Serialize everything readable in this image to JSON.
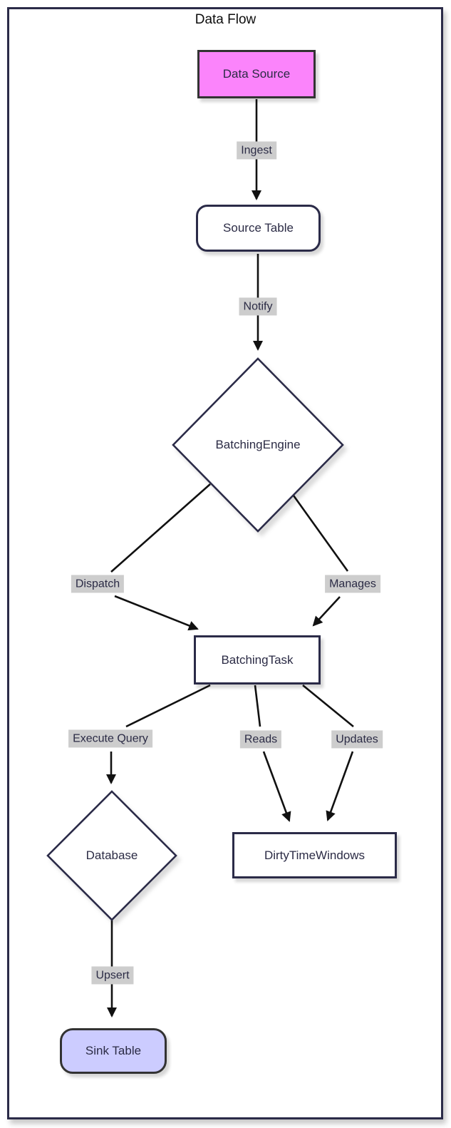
{
  "diagram": {
    "title": "Data Flow",
    "type": "flowchart",
    "colors": {
      "frame_border": "#2b2b48",
      "node_border": "#2b2b48",
      "styled_node_border": "#333333",
      "data_source_fill": "#fb84fb",
      "sink_table_fill": "#ccccff",
      "default_node_fill": "#ffffff",
      "edge_label_background": "#cdcdcd",
      "text": "#2b2b45",
      "edge_stroke": "#111111"
    },
    "nodes": [
      {
        "id": "data-source",
        "label": "Data Source",
        "shape": "rectangle"
      },
      {
        "id": "source-table",
        "label": "Source Table",
        "shape": "rounded-rectangle"
      },
      {
        "id": "batching-engine",
        "label": "BatchingEngine",
        "shape": "diamond"
      },
      {
        "id": "batching-task",
        "label": "BatchingTask",
        "shape": "rectangle"
      },
      {
        "id": "database",
        "label": "Database",
        "shape": "diamond"
      },
      {
        "id": "dirty-time-windows",
        "label": "DirtyTimeWindows",
        "shape": "rectangle"
      },
      {
        "id": "sink-table",
        "label": "Sink Table",
        "shape": "rounded-rectangle"
      }
    ],
    "edges": [
      {
        "from": "Data Source",
        "label": "Ingest",
        "to": "Source Table"
      },
      {
        "from": "Source Table",
        "label": "Notify",
        "to": "BatchingEngine"
      },
      {
        "from": "BatchingEngine",
        "label": "Dispatch",
        "to": "BatchingTask"
      },
      {
        "from": "BatchingEngine",
        "label": "Manages",
        "to": "BatchingTask"
      },
      {
        "from": "BatchingTask",
        "label": "Execute Query",
        "to": "Database"
      },
      {
        "from": "BatchingTask",
        "label": "Reads",
        "to": "DirtyTimeWindows"
      },
      {
        "from": "BatchingTask",
        "label": "Updates",
        "to": "DirtyTimeWindows"
      },
      {
        "from": "Database",
        "label": "Upsert",
        "to": "Sink Table"
      }
    ]
  }
}
